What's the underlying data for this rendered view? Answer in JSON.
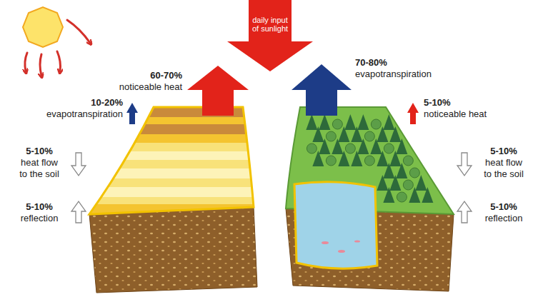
{
  "diagram": {
    "nodes": [
      {
        "text": [
          "daily input of sunlight"
        ]
      }
    ],
    "labels": [
      "60-70%",
      "noticeable heat",
      "10-20%",
      "evapotranspiration",
      "5-10%",
      "heat flow to the soil",
      "5-10%",
      "reflection",
      "70-80%",
      "evapotranspiration",
      "5-10%",
      "noticeable heat",
      "5-10%",
      "heat flow to the soil",
      "5-10%",
      "reflection"
    ]
  }
}
